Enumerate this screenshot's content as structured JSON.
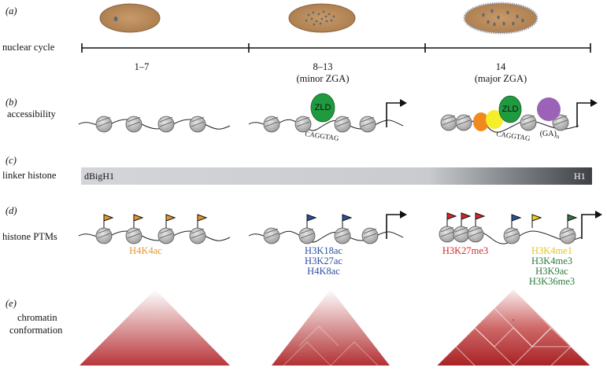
{
  "panels": {
    "a": "(a)",
    "b": "(b)",
    "c": "(c)",
    "d": "(d)",
    "e": "(e)"
  },
  "rows": {
    "nuclear_cycle": "nuclear cycle",
    "accessibility": "accessibility",
    "linker_histone": "linker histone",
    "histone_ptms": "histone PTMs",
    "chromatin_line1": "chromatin",
    "chromatin_line2": "conformation"
  },
  "stages": [
    {
      "cycles": "1–7",
      "zga": ""
    },
    {
      "cycles": "8–13",
      "zga": "(minor ZGA)"
    },
    {
      "cycles": "14",
      "zga": "(major ZGA)"
    }
  ],
  "accessibility": {
    "zld": "ZLD",
    "motif": "CAGGTAG",
    "ga_repeat": "(GA)",
    "ga_subscript": "n"
  },
  "linker": {
    "start": "dBigH1",
    "end": "H1"
  },
  "ptm": {
    "stage1": [
      "H4K4ac"
    ],
    "stage2": [
      "H3K18ac",
      "H3K27ac",
      "H4K8ac"
    ],
    "stage3_repressive": "H3K27me3",
    "stage3_active": [
      "H3K4me1",
      "H3K4me3",
      "H3K9ac",
      "H3K36me3"
    ]
  },
  "colors": {
    "embryo": "#b98a5c",
    "orange_flag": "#e8962a",
    "blue_flag": "#2e4fa0",
    "red_flag": "#d8262b",
    "yellow_flag": "#f2d31b",
    "green_flag": "#2c7a3c",
    "zld": "#1f9a3f",
    "orange_factor": "#f08a1e",
    "yellow_factor": "#f6ee2a",
    "purple_factor": "#9b63b7",
    "triangle": "#b93434"
  }
}
